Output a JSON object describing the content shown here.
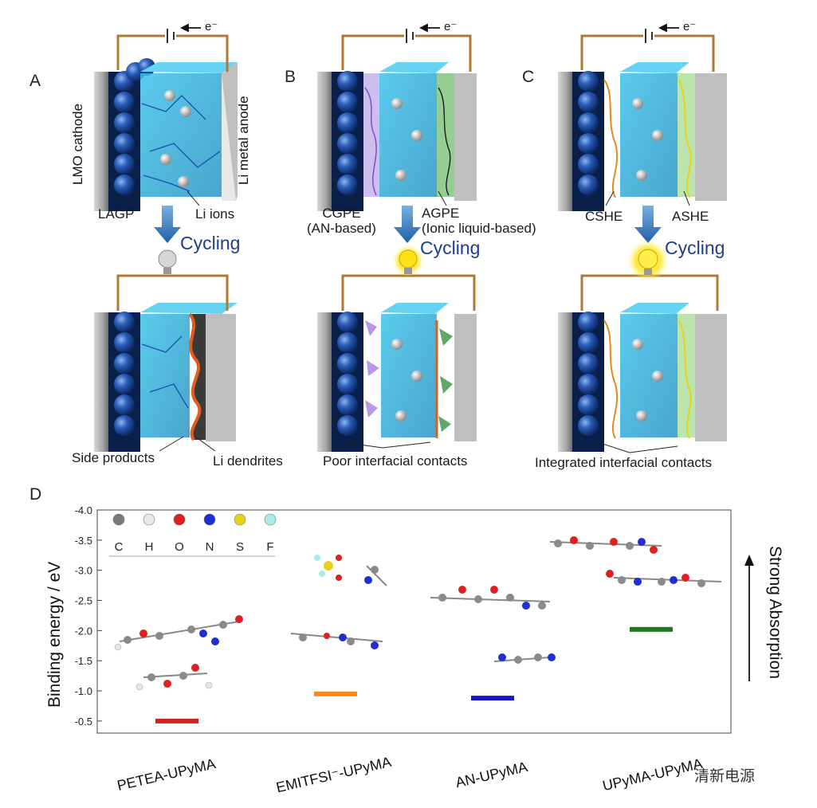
{
  "panels": {
    "A": {
      "letter": "A",
      "cathode": "LMO cathode",
      "anode": "Li metal anode",
      "electrolyte": "LAGP",
      "ions": "Li ions",
      "cycling": "Cycling",
      "bottom_left": "Side products",
      "bottom_right": "Li dendrites"
    },
    "B": {
      "letter": "B",
      "left_label": "CGPE\n(AN-based)",
      "right_label": "AGPE\n(Ionic liquid-based)",
      "cycling": "Cycling",
      "bottom": "Poor interfacial contacts"
    },
    "C": {
      "letter": "C",
      "left_label": "CSHE",
      "right_label": "ASHE",
      "cycling": "Cycling",
      "bottom": "Integrated interfacial contacts"
    },
    "electron": "e⁻"
  },
  "panel_d": {
    "letter": "D",
    "ylabel": "Binding energy / eV",
    "yticks": [
      "-4.0",
      "-3.5",
      "-3.0",
      "-2.5",
      "-2.0",
      "-1.5",
      "-1.0",
      "-0.5"
    ],
    "legend": [
      {
        "sym": "C",
        "color": "#7a7a7a"
      },
      {
        "sym": "H",
        "color": "#e8e8e8"
      },
      {
        "sym": "O",
        "color": "#e02020"
      },
      {
        "sym": "N",
        "color": "#1f2fd0"
      },
      {
        "sym": "S",
        "color": "#e6d21a"
      },
      {
        "sym": "F",
        "color": "#a8ecec"
      }
    ],
    "arrow_label": "Strong Absorption",
    "watermark": "清新电源"
  },
  "chart_data": {
    "type": "bar",
    "categories": [
      "PETEA-UPyMA",
      "EMITFSI⁻-UPyMA",
      "AN-UPyMA",
      "UPyMA-UPyMA"
    ],
    "values": [
      -0.5,
      -0.95,
      -0.88,
      -2.02
    ],
    "colors": [
      "#d42222",
      "#f08a1c",
      "#1414c8",
      "#1f7a1f"
    ],
    "ylabel": "Binding energy / eV",
    "ylim": [
      -0.3,
      -4.0
    ]
  }
}
